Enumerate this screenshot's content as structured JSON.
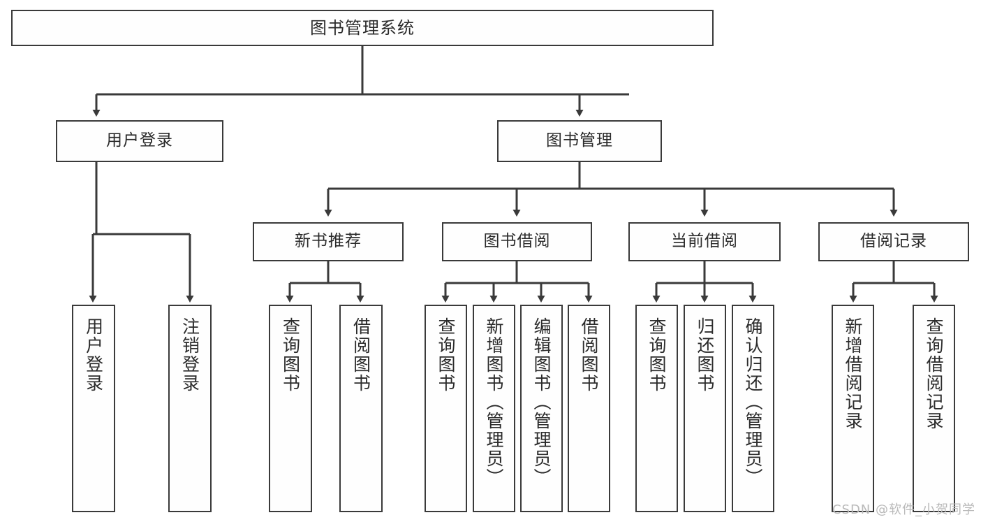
{
  "diagram": {
    "title": "图书管理系统",
    "type": "tree",
    "root": {
      "label": "图书管理系统"
    },
    "tier2": [
      {
        "id": "user-login",
        "label": "用户登录"
      },
      {
        "id": "book-manage",
        "label": "图书管理"
      }
    ],
    "tier3": [
      {
        "id": "new-book-recommend",
        "label": "新书推荐",
        "parent": "book-manage"
      },
      {
        "id": "book-borrow",
        "label": "图书借阅",
        "parent": "book-manage"
      },
      {
        "id": "current-borrow",
        "label": "当前借阅",
        "parent": "book-manage"
      },
      {
        "id": "borrow-record",
        "label": "借阅记录",
        "parent": "book-manage"
      }
    ],
    "leaves": {
      "user-login": [
        {
          "id": "leaf-user-login",
          "label": "用户登录"
        },
        {
          "id": "leaf-logout",
          "label": "注销登录"
        }
      ],
      "new-book-recommend": [
        {
          "id": "leaf-query-book-1",
          "label": "查询图书"
        },
        {
          "id": "leaf-borrow-book-1",
          "label": "借阅图书"
        }
      ],
      "book-borrow": [
        {
          "id": "leaf-query-book-2",
          "label": "查询图书"
        },
        {
          "id": "leaf-add-book",
          "label": "新增图书（管理员）"
        },
        {
          "id": "leaf-edit-book",
          "label": "编辑图书（管理员）"
        },
        {
          "id": "leaf-borrow-book-2",
          "label": "借阅图书"
        }
      ],
      "current-borrow": [
        {
          "id": "leaf-query-book-3",
          "label": "查询图书"
        },
        {
          "id": "leaf-return-book",
          "label": "归还图书"
        },
        {
          "id": "leaf-confirm-return",
          "label": "确认归还（管理员）"
        }
      ],
      "borrow-record": [
        {
          "id": "leaf-add-record",
          "label": "新增借阅记录"
        },
        {
          "id": "leaf-query-record",
          "label": "查询借阅记录"
        }
      ]
    }
  },
  "watermark": {
    "text": "CSDN @软件_小贺同学"
  },
  "colors": {
    "border": "#3a3a3a",
    "text": "#2b2b2b",
    "background": "#ffffff",
    "watermark": "#b9b9b9"
  }
}
